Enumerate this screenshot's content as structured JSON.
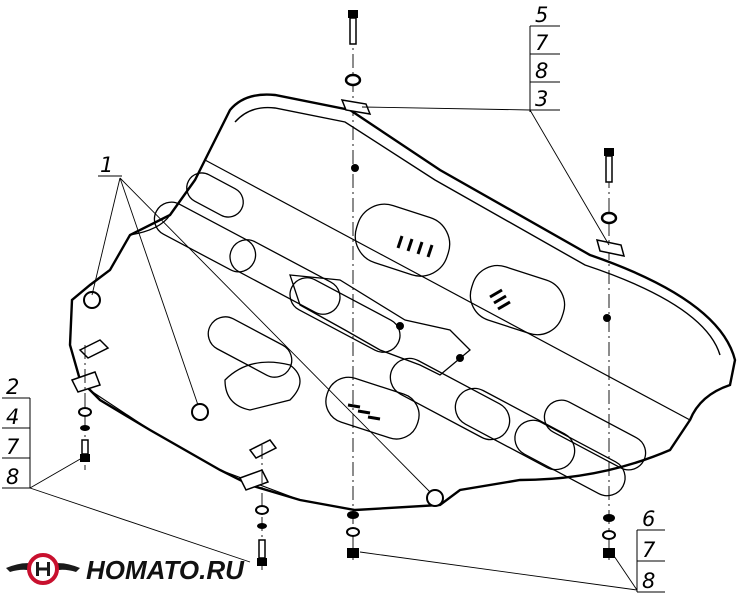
{
  "callouts": {
    "top_stack": [
      "5",
      "7",
      "8",
      "3"
    ],
    "left_stack": [
      "2",
      "4",
      "7",
      "8"
    ],
    "bottom_right_stack": [
      "6",
      "7",
      "8"
    ],
    "part_1": "1"
  },
  "brand": {
    "logo_text": "HOMATO.RU",
    "logo_colors": {
      "ring": "#c8102e",
      "wing": "#1a1a1a"
    }
  },
  "icons": [
    "brand-logo-icon",
    "bolt-icon",
    "washer-icon",
    "nut-icon",
    "bracket-icon"
  ]
}
